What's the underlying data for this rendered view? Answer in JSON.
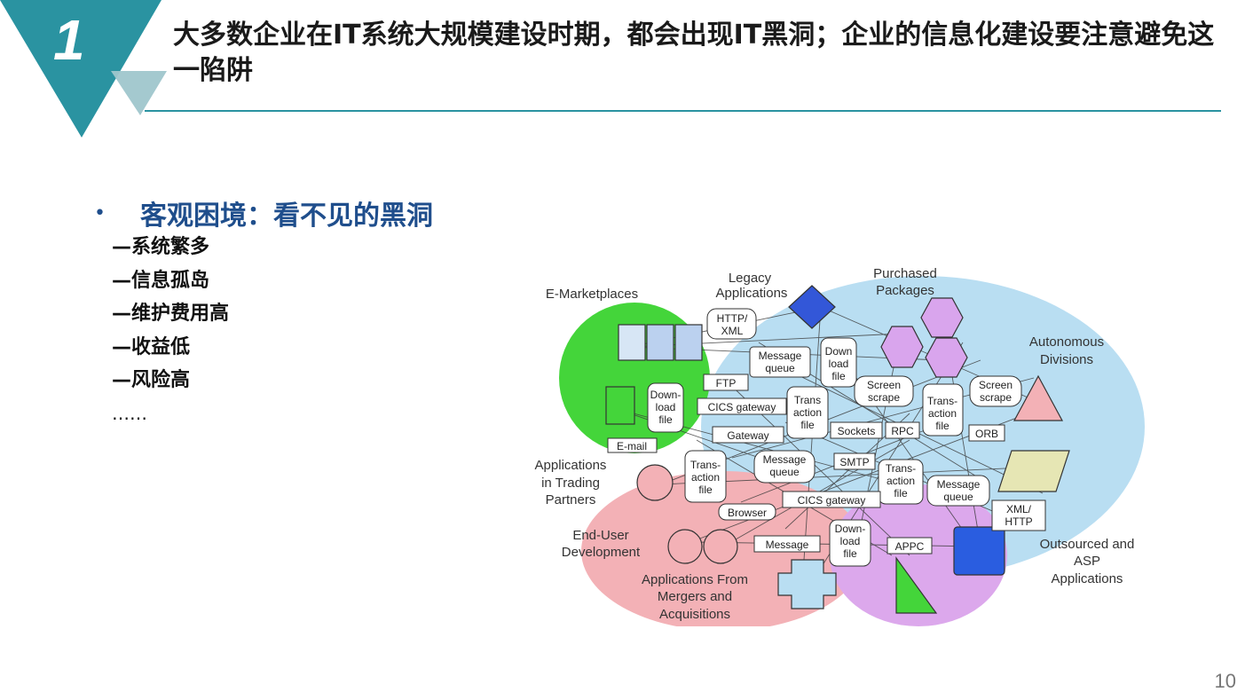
{
  "slide_number": "1",
  "title": "大多数企业在IT系统大规模建设时期，都会出现IT黑洞；企业的信息化建设要注意避免这一陷阱",
  "bullet": {
    "heading": "客观困境：看不见的黑洞",
    "items": [
      "—系统繁多",
      "—信息孤岛",
      "—维护费用高",
      "—收益低",
      "—风险高"
    ],
    "more": "……"
  },
  "diagram": {
    "regions": [
      "E-Marketplaces",
      "Legacy Applications",
      "Purchased Packages",
      "Autonomous Divisions",
      "Applications in Trading Partners",
      "End-User Development",
      "Applications From Mergers and Acquisitions",
      "Outsourced and ASP Applications"
    ],
    "connectors": [
      "HTTP/ XML",
      "Message queue",
      "Down- load file",
      "FTP",
      "CICS gateway",
      "Trans- action file",
      "Screen scrape",
      "Sockets",
      "RPC",
      "ORB",
      "E-mail",
      "Gateway",
      "SMTP",
      "Browser",
      "Message",
      "APPC",
      "XML/ HTTP"
    ]
  },
  "colors": {
    "accent": "#2a93a1",
    "heading_blue": "#1f4e8c",
    "green": "#44d53a",
    "blue_bubble": "#b9def2",
    "pink": "#f3b1b6",
    "purple": "#dca8ec"
  },
  "page_number": "10"
}
